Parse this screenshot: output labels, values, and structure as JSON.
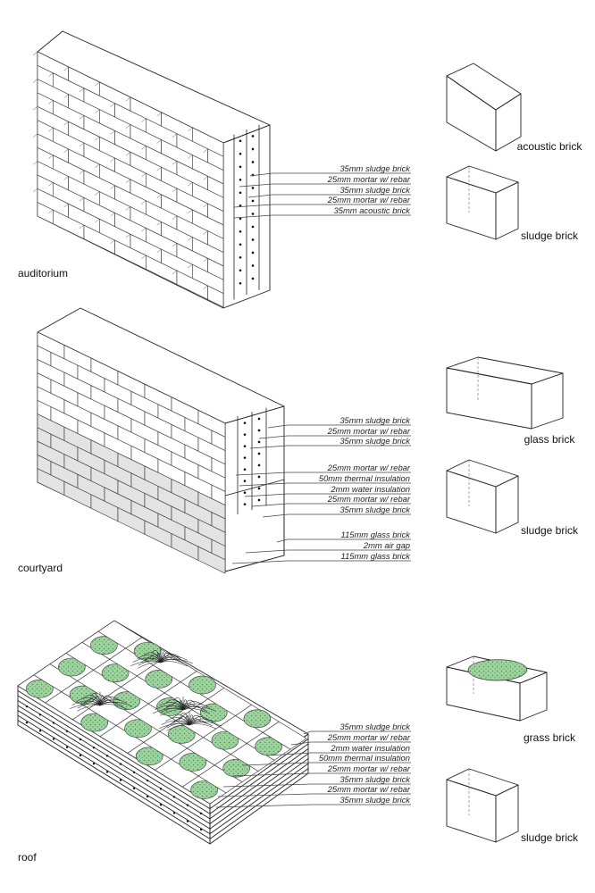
{
  "sections": [
    {
      "id": "auditorium",
      "label": "auditorium",
      "layers": [
        "35mm sludge brick",
        "25mm mortar w/ rebar",
        "35mm sludge brick",
        "25mm mortar w/ rebar",
        "35mm acoustic brick"
      ]
    },
    {
      "id": "courtyard",
      "label": "courtyard",
      "layers": [
        "35mm sludge brick",
        "25mm mortar w/ rebar",
        "35mm sludge brick",
        "25mm mortar w/ rebar",
        "50mm thermal insulation",
        "2mm water insulation",
        "25mm mortar w/ rebar",
        "35mm sludge brick",
        "115mm glass brick",
        "2mm air gap",
        "115mm glass brick"
      ]
    },
    {
      "id": "roof",
      "label": "roof",
      "layers": [
        "35mm sludge brick",
        "25mm mortar w/ rebar",
        "2mm water insulation",
        "50mm thermal insulation",
        "25mm mortar w/ rebar",
        "35mm sludge brick",
        "25mm mortar w/ rebar",
        "35mm sludge brick"
      ]
    }
  ],
  "legend": [
    {
      "name": "acoustic brick",
      "kind": "acoustic",
      "color": "#c9b4b8"
    },
    {
      "name": "sludge brick",
      "kind": "sludge",
      "color": "#c9b4b8"
    },
    {
      "name": "glass brick",
      "kind": "glass",
      "color": "#e6e6e6"
    },
    {
      "name": "sludge brick",
      "kind": "sludge",
      "color": "#c9b4b8"
    },
    {
      "name": "grass brick",
      "kind": "grass",
      "color": "#c9b4b8"
    },
    {
      "name": "sludge brick",
      "kind": "sludge",
      "color": "#c9b4b8"
    }
  ],
  "colors": {
    "sludge": "#c9b4b8",
    "glass": "#e6e6e6",
    "grass": "#9fd39f",
    "line": "#222222"
  }
}
